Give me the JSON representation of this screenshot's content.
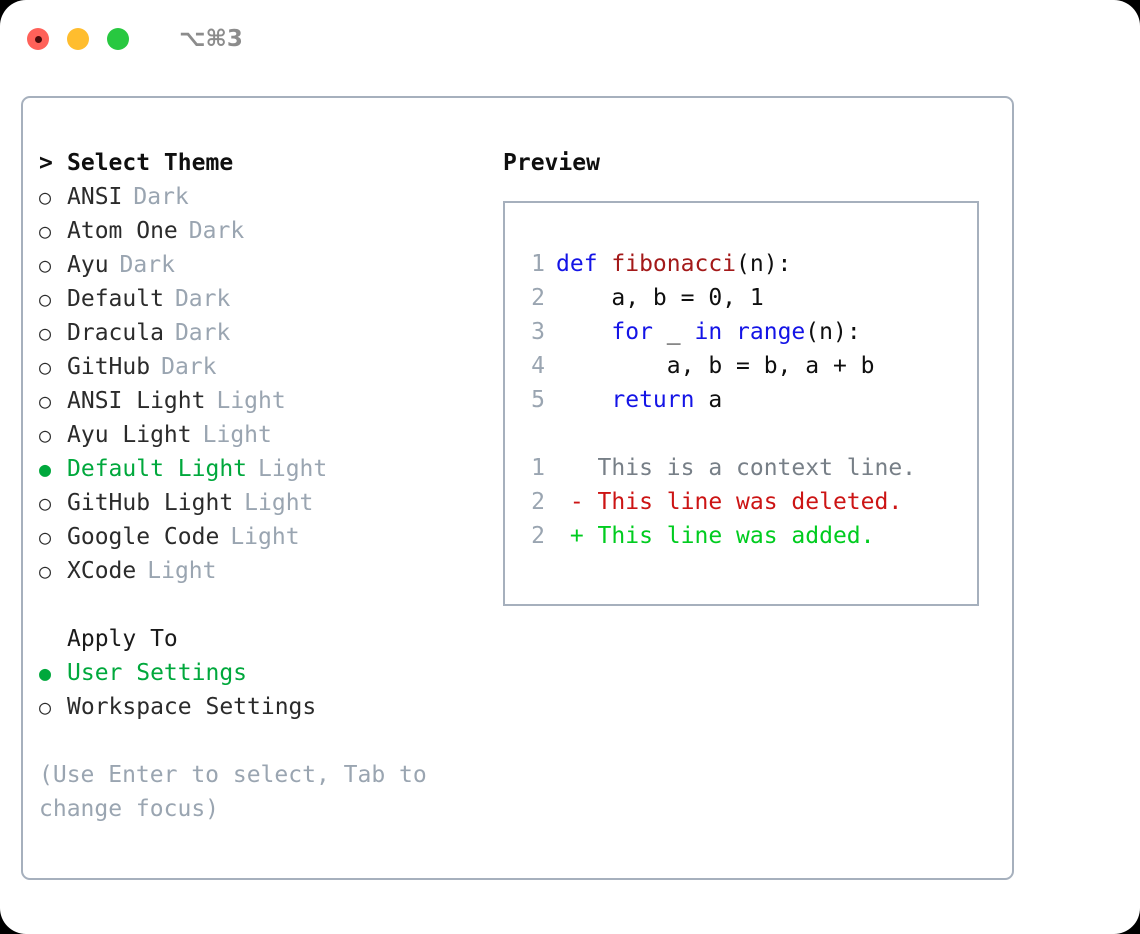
{
  "window": {
    "traffic_lights": [
      {
        "name": "close",
        "color": "#ff6159"
      },
      {
        "name": "minimize",
        "color": "#ffbd2e"
      },
      {
        "name": "maximize",
        "color": "#28c840"
      }
    ],
    "shortcut": "⌥⌘3"
  },
  "colors": {
    "selected_green": "#00a83c",
    "muted_gray": "#9aa5b1",
    "text": "#2b2b2b",
    "border": "#a6b0bd",
    "keyword_blue": "#1414e6",
    "function_red": "#a31919",
    "diff_deleted": "#cc1414",
    "diff_added": "#00cc1f"
  },
  "theme_list": {
    "header_marker": ">",
    "header": "Select Theme",
    "bullet_unselected": "○",
    "bullet_selected": "●",
    "items": [
      {
        "name": "ANSI",
        "tag": "Dark",
        "selected": false
      },
      {
        "name": "Atom One",
        "tag": "Dark",
        "selected": false
      },
      {
        "name": "Ayu",
        "tag": "Dark",
        "selected": false
      },
      {
        "name": "Default",
        "tag": "Dark",
        "selected": false
      },
      {
        "name": "Dracula",
        "tag": "Dark",
        "selected": false
      },
      {
        "name": "GitHub",
        "tag": "Dark",
        "selected": false
      },
      {
        "name": "ANSI Light",
        "tag": "Light",
        "selected": false
      },
      {
        "name": "Ayu Light",
        "tag": "Light",
        "selected": false
      },
      {
        "name": "Default Light",
        "tag": "Light",
        "selected": true
      },
      {
        "name": "GitHub Light",
        "tag": "Light",
        "selected": false
      },
      {
        "name": "Google Code",
        "tag": "Light",
        "selected": false
      },
      {
        "name": "XCode",
        "tag": "Light",
        "selected": false
      }
    ]
  },
  "apply_to": {
    "title": "Apply To",
    "options": [
      {
        "label": "User Settings",
        "selected": true
      },
      {
        "label": "Workspace Settings",
        "selected": false
      }
    ]
  },
  "hint": "(Use Enter to select, Tab to change focus)",
  "preview": {
    "title": "Preview",
    "code_lines": [
      {
        "number": "1",
        "spans": [
          {
            "text": "def ",
            "style": "kw"
          },
          {
            "text": "fibonacci",
            "style": "fn"
          },
          {
            "text": "(n):",
            "style": "txt"
          }
        ]
      },
      {
        "number": "2",
        "spans": [
          {
            "text": "    a, b = 0, 1",
            "style": "txt"
          }
        ]
      },
      {
        "number": "3",
        "spans": [
          {
            "text": "    ",
            "style": "txt"
          },
          {
            "text": "for",
            "style": "kw"
          },
          {
            "text": " _ ",
            "style": "txt"
          },
          {
            "text": "in",
            "style": "kw"
          },
          {
            "text": " ",
            "style": "txt"
          },
          {
            "text": "range",
            "style": "kw"
          },
          {
            "text": "(n):",
            "style": "txt"
          }
        ]
      },
      {
        "number": "4",
        "spans": [
          {
            "text": "        a, b = b, a + b",
            "style": "txt"
          }
        ]
      },
      {
        "number": "5",
        "spans": [
          {
            "text": "    ",
            "style": "txt"
          },
          {
            "text": "return",
            "style": "kw"
          },
          {
            "text": " a",
            "style": "txt"
          }
        ]
      }
    ],
    "diff_lines": [
      {
        "number": "1",
        "spans": [
          {
            "text": "   This is a context line.",
            "style": "ctx"
          }
        ]
      },
      {
        "number": "2",
        "spans": [
          {
            "text": " - This line was deleted.",
            "style": "del"
          }
        ]
      },
      {
        "number": "2",
        "spans": [
          {
            "text": " + This line was added.",
            "style": "add"
          }
        ]
      }
    ]
  }
}
